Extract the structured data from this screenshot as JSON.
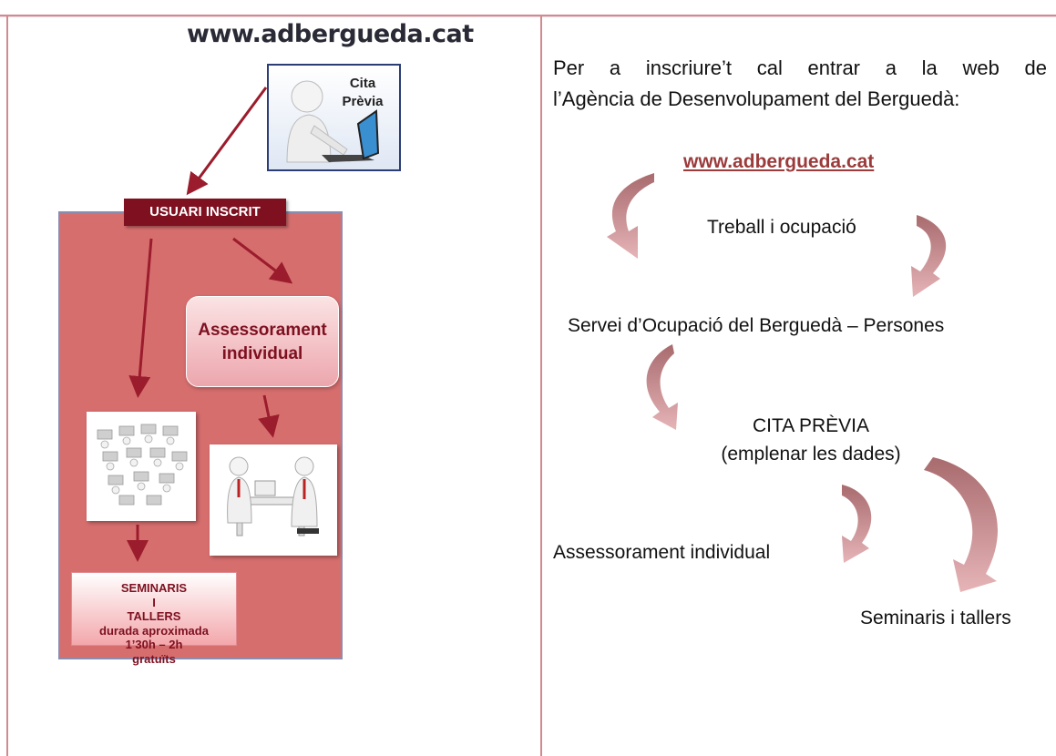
{
  "left_diagram": {
    "site_title": "www.adbergueda.cat",
    "cita_label_line1": "Cita",
    "cita_label_line2": "Prèvia",
    "usuari_label": "USUARI INSCRIT",
    "assess_line1": "Assessorament",
    "assess_line2": "individual",
    "seminars_lines": [
      "SEMINARIS",
      "I",
      "TALLERS",
      "durada aproximada",
      "1’30h – 2h",
      "gratuïts"
    ],
    "colors": {
      "panel": "#d76e6e",
      "dark_red": "#7e1020",
      "arrow": "#9b1c2c",
      "title": "#2a2a36"
    }
  },
  "right_text": {
    "intro_line1": "Per a inscriure’t cal entrar a la web de",
    "intro_line2": "l’Agència de Desenvolupament del Berguedà:",
    "link": "www.adbergueda.cat",
    "step1": "Treball i ocupació",
    "step2": "Servei d’Ocupació del Berguedà – Persones",
    "step3_line1": "CITA PRÈVIA",
    "step3_line2": "(emplenar les dades)",
    "step4a": "Assessorament individual",
    "step4b": "Seminaris i tallers",
    "colors": {
      "link": "#9b3b3b",
      "curve": "#c08a8c"
    }
  }
}
